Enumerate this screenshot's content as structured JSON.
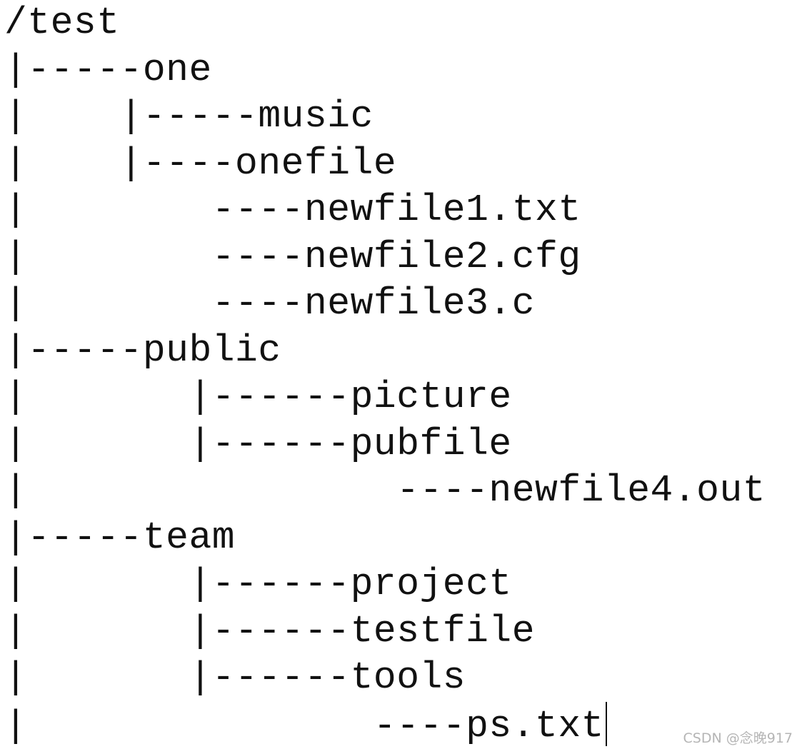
{
  "tree": {
    "lines": [
      "/test",
      "|-----one",
      "|    |-----music",
      "|    |----onefile",
      "|        ----newfile1.txt",
      "|        ----newfile2.cfg",
      "|        ----newfile3.c",
      "|-----public",
      "|       |------picture",
      "|       |------pubfile",
      "|                ----newfile4.out",
      "|-----team",
      "|       |------project",
      "|       |------testfile",
      "|       |------tools",
      "|               ----ps.txt"
    ]
  },
  "watermark": {
    "text": "CSDN @念晚917"
  }
}
